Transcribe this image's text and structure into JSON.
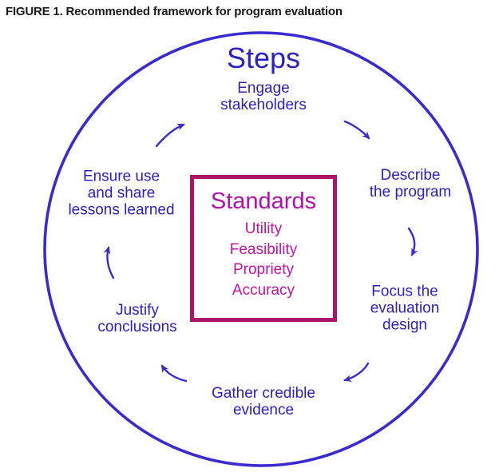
{
  "figure": {
    "title": "FIGURE 1. Recommended framework for program evaluation"
  },
  "cycle": {
    "title": "Steps",
    "steps": [
      {
        "name": "engage-stakeholders",
        "label": "Engage\nstakeholders"
      },
      {
        "name": "describe-the-program",
        "label": "Describe\nthe program"
      },
      {
        "name": "focus-the-evaluation-design",
        "label": "Focus the\nevaluation\ndesign"
      },
      {
        "name": "gather-credible-evidence",
        "label": "Gather credible\nevidence"
      },
      {
        "name": "justify-conclusions",
        "label": "Justify\nconclusions"
      },
      {
        "name": "ensure-use-and-share-lessons-learned",
        "label": "Ensure use\nand share\nlessons learned"
      }
    ]
  },
  "standards": {
    "title": "Standards",
    "items": [
      "Utility",
      "Feasibility",
      "Propriety",
      "Accuracy"
    ]
  },
  "colors": {
    "background": "#ffffff",
    "figure_title_text": "#1a1a1a",
    "cycle_line": "#3a2bd0",
    "cycle_text": "#2d20c4",
    "standards_border": "#ac146a",
    "standards_title_text": "#b410ab",
    "standards_item_text": "#c513a1"
  }
}
